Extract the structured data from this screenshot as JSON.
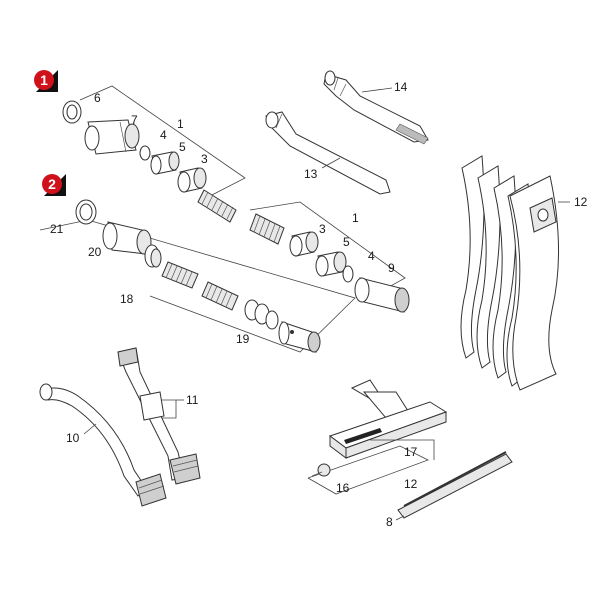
{
  "badges": {
    "badge_1": "1",
    "badge_2": "2"
  },
  "labels": {
    "g1_6": "6",
    "g1_7": "7",
    "g1_1": "1",
    "g1_4": "4",
    "g1_5": "5",
    "g1_3": "3",
    "g2_21": "21",
    "g2_20": "20",
    "g2_18": "18",
    "g2_19": "19",
    "g2_1": "1",
    "g2_3": "3",
    "g2_5": "5",
    "g2_4": "4",
    "g2_9": "9",
    "p14": "14",
    "p13": "13",
    "p12_bags": "12",
    "p11": "11",
    "p10": "10",
    "p17": "17",
    "p16": "16",
    "p12_nozzle": "12",
    "p8": "8"
  },
  "colors": {
    "badge_red": "#d0111b",
    "line": "#444444"
  }
}
